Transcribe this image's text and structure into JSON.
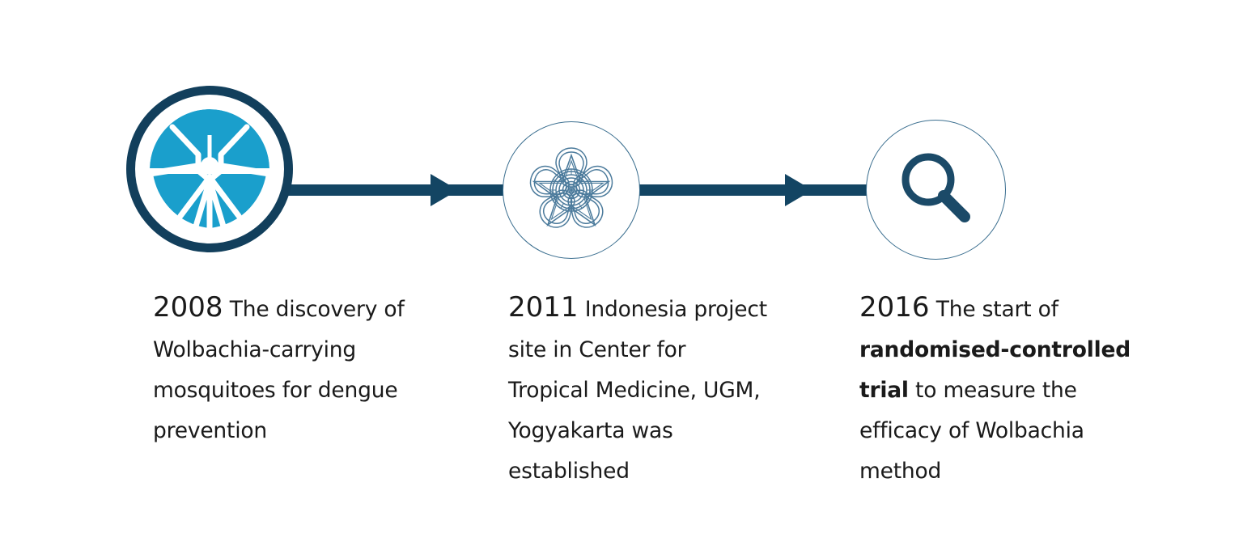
{
  "theme": {
    "navy": "#134563",
    "navy_dark": "#123f5c",
    "cyan": "#1a9fcc",
    "ring_thin": "#3a6e8f",
    "text": "#1a1a1a",
    "background": "#ffffff"
  },
  "timeline": {
    "orientation": "horizontal",
    "entries": [
      {
        "year": "2008",
        "icon": "mosquito-logo-icon",
        "text_before_bold": " The discovery of Wolbachia-carrying mosquitoes for dengue prevention",
        "bold_text": "",
        "text_after_bold": "",
        "full_text": "2008 The discovery of Wolbachia-carrying mosquitoes for dengue prevention"
      },
      {
        "year": "2011",
        "icon": "ugm-flower-logo-icon",
        "text_before_bold": " Indonesia project site in Center for Tropical Medicine, UGM, Yogyakarta was established",
        "bold_text": "",
        "text_after_bold": "",
        "full_text": "2011 Indonesia project site in Center for Tropical Medicine, UGM, Yogyakarta was established"
      },
      {
        "year": "2016",
        "icon": "magnifying-glass-icon",
        "text_before_bold": " The start of ",
        "bold_text": "randomised-controlled trial",
        "text_after_bold": " to measure the efficacy of Wolbachia method",
        "full_text": "2016 The start of randomised-controlled trial to measure the efficacy of Wolbachia method"
      }
    ],
    "connectors": [
      {
        "from": "2008",
        "to": "2011",
        "style": "arrow-right"
      },
      {
        "from": "2011",
        "to": "2016",
        "style": "arrow-right"
      }
    ]
  }
}
